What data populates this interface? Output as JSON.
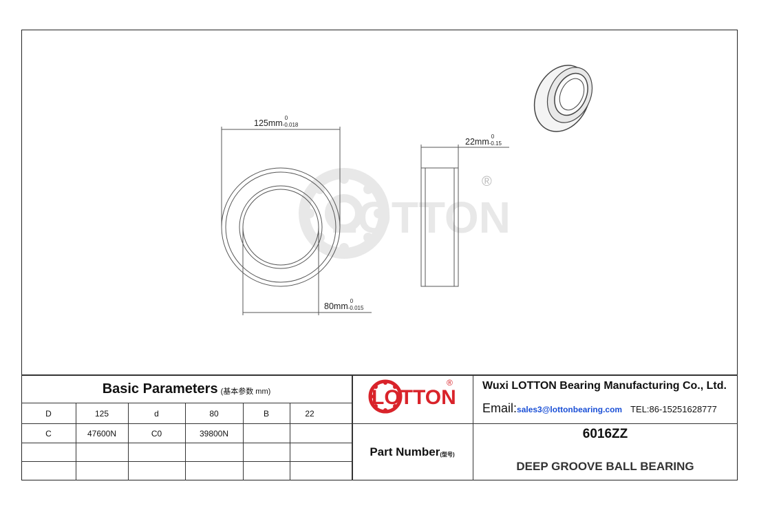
{
  "drawing": {
    "outer_dim": {
      "value": "125mm",
      "tol_upper": "0",
      "tol_lower": "-0.018"
    },
    "inner_dim": {
      "value": "80mm",
      "tol_upper": "0",
      "tol_lower": "-0.015"
    },
    "width_dim": {
      "value": "22mm",
      "tol_upper": "0",
      "tol_lower": "-0.15"
    },
    "watermark": "LOTTON",
    "registered_mark": "®"
  },
  "params": {
    "title": "Basic Parameters",
    "title_sub": "(基本参数 mm)",
    "rows": [
      [
        "D",
        "125",
        "d",
        "80",
        "B",
        "22"
      ],
      [
        "C",
        "47600N",
        "C0",
        "39800N",
        "",
        ""
      ],
      [
        "",
        "",
        "",
        "",
        "",
        ""
      ],
      [
        "",
        "",
        "",
        "",
        "",
        ""
      ]
    ]
  },
  "logo": {
    "text": "LOTTON",
    "registered": "®",
    "color": "#d9232a"
  },
  "company": {
    "name": "Wuxi LOTTON Bearing Manufacturing Co., Ltd.",
    "email_label": "Email:",
    "email": "sales3@lottonbearing.com",
    "tel": "TEL:86-15251628777"
  },
  "part": {
    "label": "Part Number",
    "label_sub": "(型号)",
    "number": "6016ZZ",
    "description": "DEEP GROOVE BALL BEARING"
  }
}
